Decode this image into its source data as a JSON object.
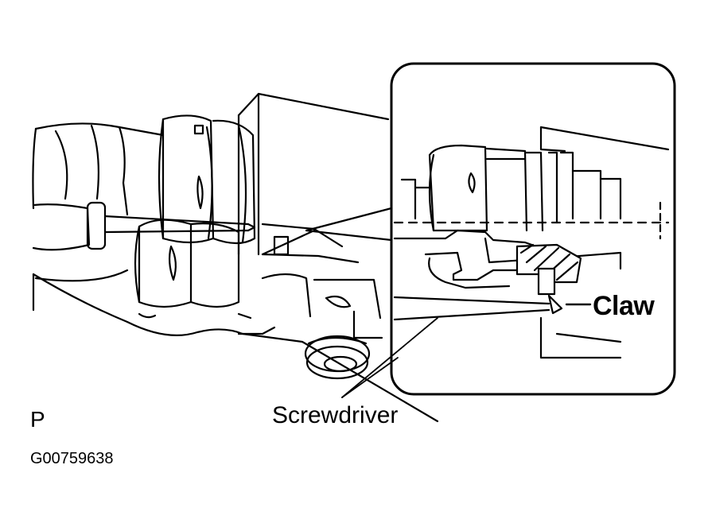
{
  "figure": {
    "view_label": "P",
    "figure_code": "G00759638",
    "callouts": {
      "claw": "Claw",
      "screwdriver": "Screwdriver"
    }
  }
}
